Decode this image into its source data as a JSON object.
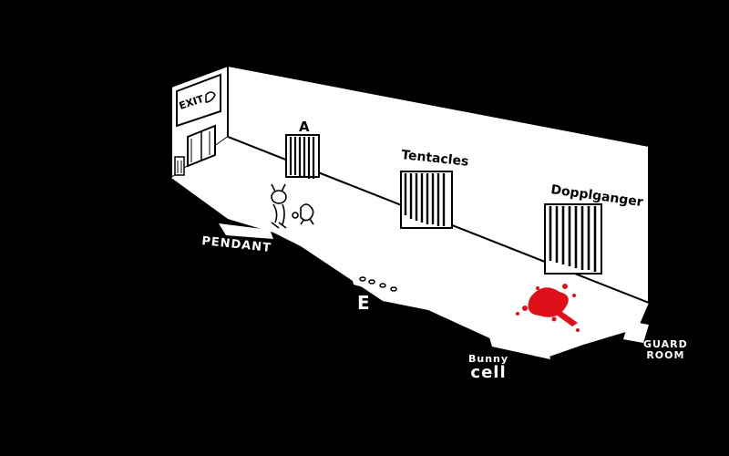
{
  "room": {
    "exit_sign": "EXIT",
    "rooms": {
      "a": "A",
      "tentacles": "Tentacles",
      "doppleganger": "Dopplganger"
    },
    "corridor": {
      "pendant": "PENDANT",
      "e": "E",
      "bunny_cell_line1": "Bunny",
      "bunny_cell_line2": "cell",
      "guard_room_line1": "GUARD",
      "guard_room_line2": "ROOM"
    }
  },
  "colors": {
    "background": "#000000",
    "floor": "#ffffff",
    "blood": "#e0101a",
    "ink": "#000000"
  }
}
